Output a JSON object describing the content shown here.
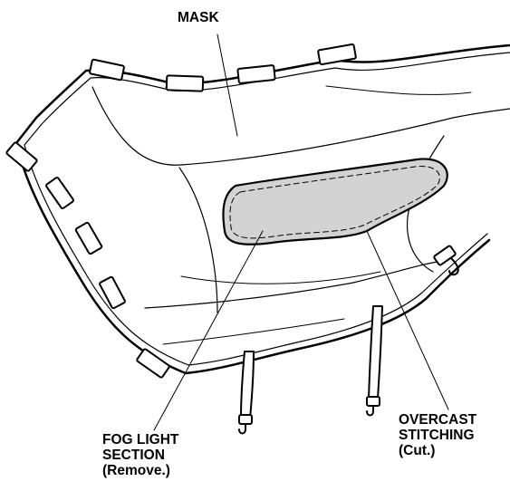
{
  "labels": {
    "mask": "MASK",
    "fog_light": [
      "FOG LIGHT",
      "SECTION",
      "(Remove.)"
    ],
    "overcast": [
      "OVERCAST",
      "STITCHING",
      "(Cut.)"
    ]
  },
  "colors": {
    "line": "#000000",
    "fog_light_fill": "#d3d3d3",
    "tab_fill": "#ffffff"
  }
}
